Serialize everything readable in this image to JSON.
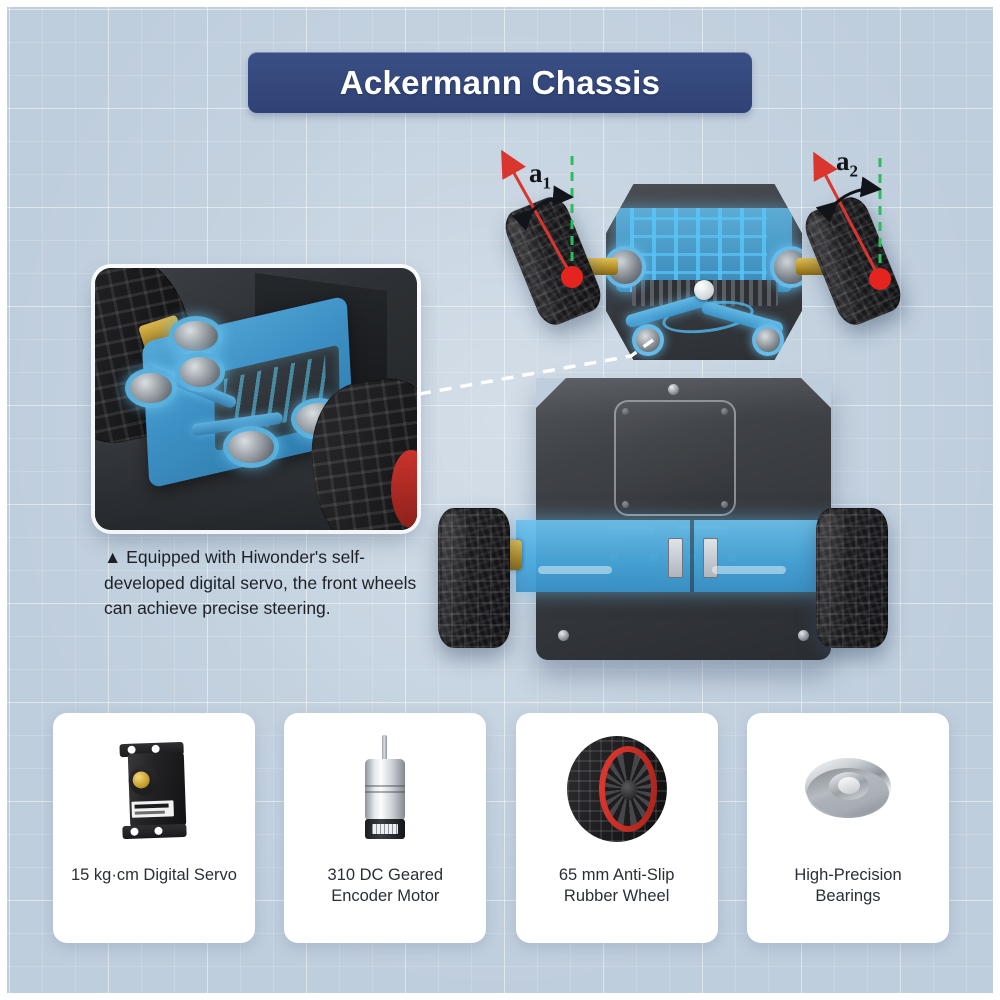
{
  "page": {
    "background_color": "#bfcedd",
    "frame_color": "#ffffff"
  },
  "header": {
    "title": "Ackermann Chassis",
    "banner_color": "#34487c",
    "title_color": "#ffffff"
  },
  "hero": {
    "alt": "Top view of Ackermann steering robot car chassis with four wheels",
    "annotations": [
      {
        "id": "a1",
        "label": "a",
        "subscript": "1",
        "description": "Left front wheel steering angle",
        "arrow_color": "#d8362e",
        "axis_color": "#2bbd5c",
        "pivot_color": "#e52420"
      },
      {
        "id": "a2",
        "label": "a",
        "subscript": "2",
        "description": "Right front wheel steering angle",
        "arrow_color": "#d8362e",
        "axis_color": "#2bbd5c",
        "pivot_color": "#e52420"
      }
    ]
  },
  "inset": {
    "alt": "Close-up of blue aluminium steering linkage and digital servo",
    "caption_marker": "▲",
    "caption": "Equipped with Hiwonder's self-developed digital servo, the front wheels can achieve precise steering.",
    "caption_full": "▲ Equipped with Hiwonder's self-developed digital servo, the front wheels can achieve precise steering."
  },
  "cards": [
    {
      "id": "digital-servo",
      "label": "15 kg·cm Digital Servo",
      "thumb": "servo-image"
    },
    {
      "id": "encoder-motor",
      "label": "310 DC Geared\nEncoder Motor",
      "label_line1": "310 DC Geared",
      "label_line2": "Encoder Motor",
      "thumb": "dc-motor-image"
    },
    {
      "id": "rubber-wheel",
      "label": "65 mm Anti-Slip\nRubber Wheel",
      "label_line1": "65 mm Anti-Slip",
      "label_line2": "Rubber Wheel",
      "thumb": "wheel-image"
    },
    {
      "id": "bearings",
      "label": "High-Precision\nBearings",
      "label_line1": "High-Precision",
      "label_line2": "Bearings",
      "thumb": "bearing-image"
    }
  ]
}
